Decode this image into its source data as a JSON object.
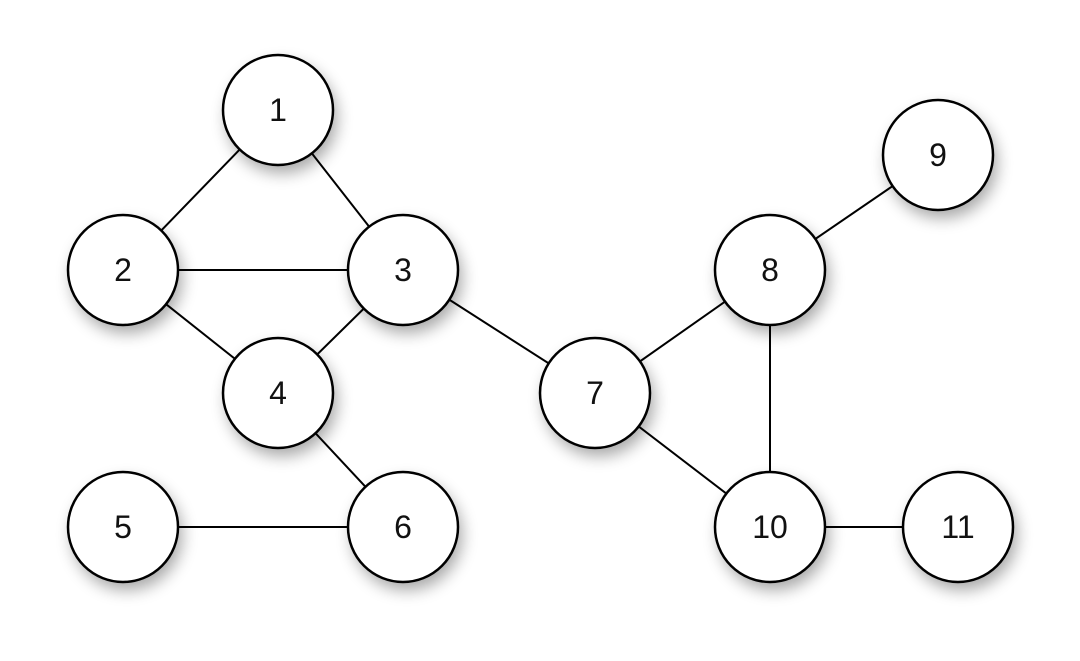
{
  "graph": {
    "nodes": [
      {
        "id": "1",
        "label": "1"
      },
      {
        "id": "2",
        "label": "2"
      },
      {
        "id": "3",
        "label": "3"
      },
      {
        "id": "4",
        "label": "4"
      },
      {
        "id": "5",
        "label": "5"
      },
      {
        "id": "6",
        "label": "6"
      },
      {
        "id": "7",
        "label": "7"
      },
      {
        "id": "8",
        "label": "8"
      },
      {
        "id": "9",
        "label": "9"
      },
      {
        "id": "10",
        "label": "10"
      },
      {
        "id": "11",
        "label": "11"
      }
    ],
    "edges": [
      [
        "1",
        "2"
      ],
      [
        "1",
        "3"
      ],
      [
        "2",
        "3"
      ],
      [
        "2",
        "4"
      ],
      [
        "3",
        "4"
      ],
      [
        "3",
        "7"
      ],
      [
        "4",
        "6"
      ],
      [
        "5",
        "6"
      ],
      [
        "7",
        "8"
      ],
      [
        "7",
        "10"
      ],
      [
        "8",
        "9"
      ],
      [
        "8",
        "10"
      ],
      [
        "10",
        "11"
      ]
    ],
    "colors": {
      "node_fill": "#ffffff",
      "stroke": "#000000",
      "label": "#111111",
      "background": "#ffffff"
    }
  }
}
